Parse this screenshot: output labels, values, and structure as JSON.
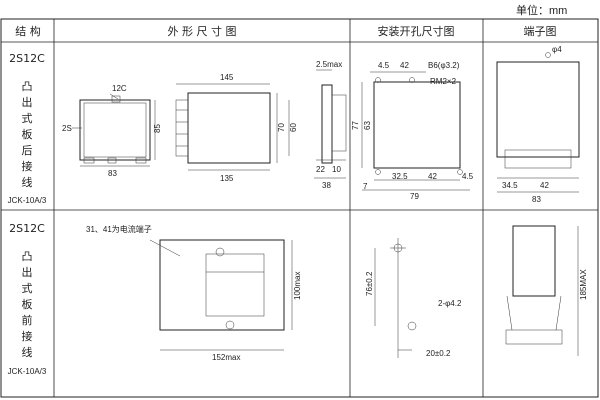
{
  "unit_label": "单位：mm",
  "headers": {
    "structure": "结 构",
    "outline": "外 形 尺 寸 图",
    "cutout": "安装开孔尺寸图",
    "terminal": "端子图"
  },
  "rows": [
    {
      "model": "2S12C",
      "lines": [
        "凸",
        "出",
        "式",
        "板",
        "后",
        "接",
        "线"
      ],
      "code": "JCK-10A/3"
    },
    {
      "model": "2S12C",
      "lines": [
        "凸",
        "出",
        "式",
        "板",
        "前",
        "接",
        "线"
      ],
      "code": "JCK-10A/3"
    }
  ],
  "outline_dims_rear": {
    "left_top": "12C",
    "left_side": "2S",
    "left_height": "85",
    "left_width": "83",
    "front_top": "145",
    "front_bottom": "135",
    "front_h1": "70",
    "front_h2": "60",
    "side_top": "2.5max",
    "side_b1": "22",
    "side_b2": "10",
    "side_b3": "38"
  },
  "cutout_dims_rear": {
    "d1": "4.5",
    "d2": "42",
    "screw": "B6(φ3.2)",
    "rm": "RM2×2",
    "h1": "77",
    "h2": "63",
    "b1": "7",
    "b2": "32.5",
    "b3": "42",
    "b4": "4.5",
    "total": "79"
  },
  "terminal_dims_rear": {
    "phi": "φ4",
    "b1": "34.5",
    "b2": "42",
    "b3": "83"
  },
  "outline_dims_front": {
    "note": "31、41为电流端子",
    "height": "100max",
    "width": "152max"
  },
  "cutout_dims_front": {
    "h": "76±0.2",
    "hole": "2-φ4.2",
    "w": "20±0.2"
  },
  "terminal_dims_front": {
    "h": "185MAX"
  }
}
